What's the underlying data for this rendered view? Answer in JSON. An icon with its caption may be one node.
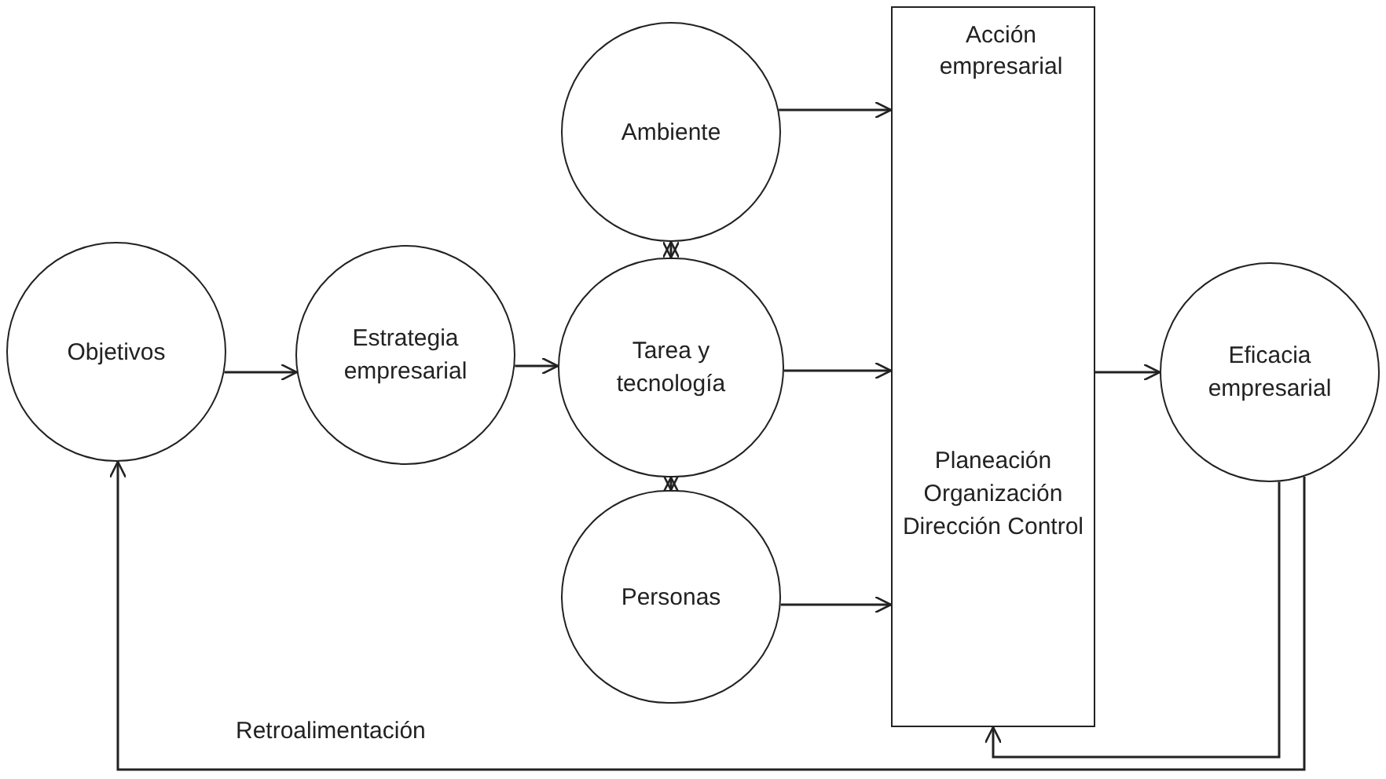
{
  "diagram": {
    "nodes": [
      {
        "text": [
          "Objetivos"
        ]
      },
      {
        "text": [
          "Estrategia empresarial"
        ]
      },
      {
        "text": [
          "Ambiente"
        ]
      },
      {
        "text": [
          "Tarea y tecnología"
        ]
      },
      {
        "text": [
          "Personas"
        ]
      },
      {
        "text": [
          "Acción empresarial",
          "Planeación Organización Dirección Control"
        ]
      },
      {
        "text": [
          "Eficacia empresarial"
        ]
      }
    ],
    "edges": [
      {
        "from": 0,
        "to": 1,
        "arrow": "to"
      },
      {
        "from": 1,
        "to": 3,
        "arrow": "to"
      },
      {
        "from": 2,
        "to": 5,
        "arrow": "to"
      },
      {
        "from": 3,
        "to": 5,
        "arrow": "to"
      },
      {
        "from": 4,
        "to": 5,
        "arrow": "to"
      },
      {
        "from": 2,
        "to": 3,
        "arrow": "both"
      },
      {
        "from": 3,
        "to": 4,
        "arrow": "both"
      },
      {
        "from": 5,
        "to": 6,
        "arrow": "to"
      },
      {
        "from": 6,
        "to": 5,
        "arrow": "to"
      },
      {
        "from": 6,
        "to": 0,
        "arrow": "to"
      }
    ],
    "labels": [
      "Retroalimentación"
    ]
  }
}
